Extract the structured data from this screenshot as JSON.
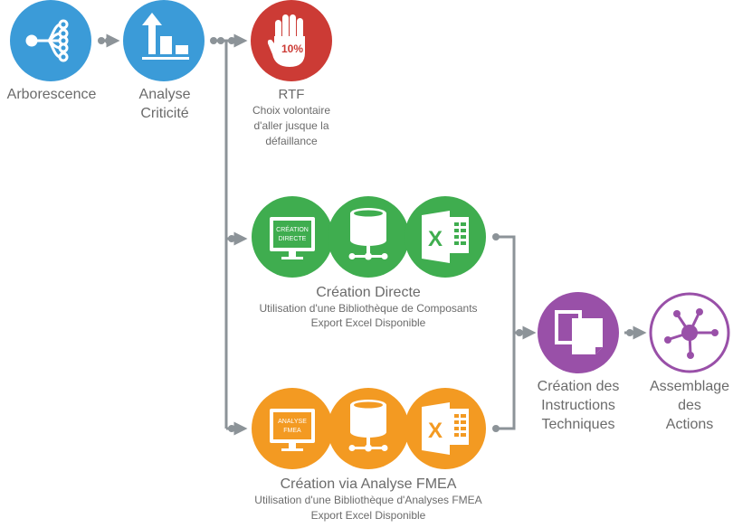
{
  "colors": {
    "blue": "#3b9bd8",
    "red": "#cc3b35",
    "green": "#3fad4f",
    "orange": "#f39a22",
    "purple": "#9950a8",
    "connector": "#8c9398",
    "label": "#6b6b6b"
  },
  "nodes": {
    "arborescence": {
      "label": "Arborescence",
      "icon": "tree-icon"
    },
    "analyse_criticite": {
      "line1": "Analyse",
      "line2": "Criticité",
      "icon": "bar-chart-arrow-icon"
    },
    "rtf": {
      "title": "RTF",
      "badge": "10%",
      "sub1": "Choix volontaire",
      "sub2": "d'aller jusque la",
      "sub3": "défaillance",
      "icon": "hand-stop-icon"
    },
    "creation_directe": {
      "title": "Création Directe",
      "screen_line1": "CRÉATION",
      "screen_line2": "DIRECTE",
      "sub1": "Utilisation d'une Bibliothèque de Composants",
      "sub2": "Export Excel Disponible",
      "icons": [
        "monitor-icon",
        "database-icon",
        "excel-icon"
      ]
    },
    "creation_fmea": {
      "title": "Création via Analyse FMEA",
      "screen_line1": "ANALYSE",
      "screen_line2": "FMEA",
      "sub1": "Utilisation d'une Bibliothèque d'Analyses FMEA",
      "sub2": "Export Excel Disponible",
      "icons": [
        "monitor-icon",
        "database-icon",
        "excel-icon"
      ]
    },
    "instructions": {
      "line1": "Création des",
      "line2": "Instructions",
      "line3": "Techniques",
      "icon": "documents-icon"
    },
    "assemblage": {
      "line1": "Assemblage",
      "line2": "des",
      "line3": "Actions",
      "icon": "network-hub-icon"
    }
  },
  "excel_letter": "X"
}
